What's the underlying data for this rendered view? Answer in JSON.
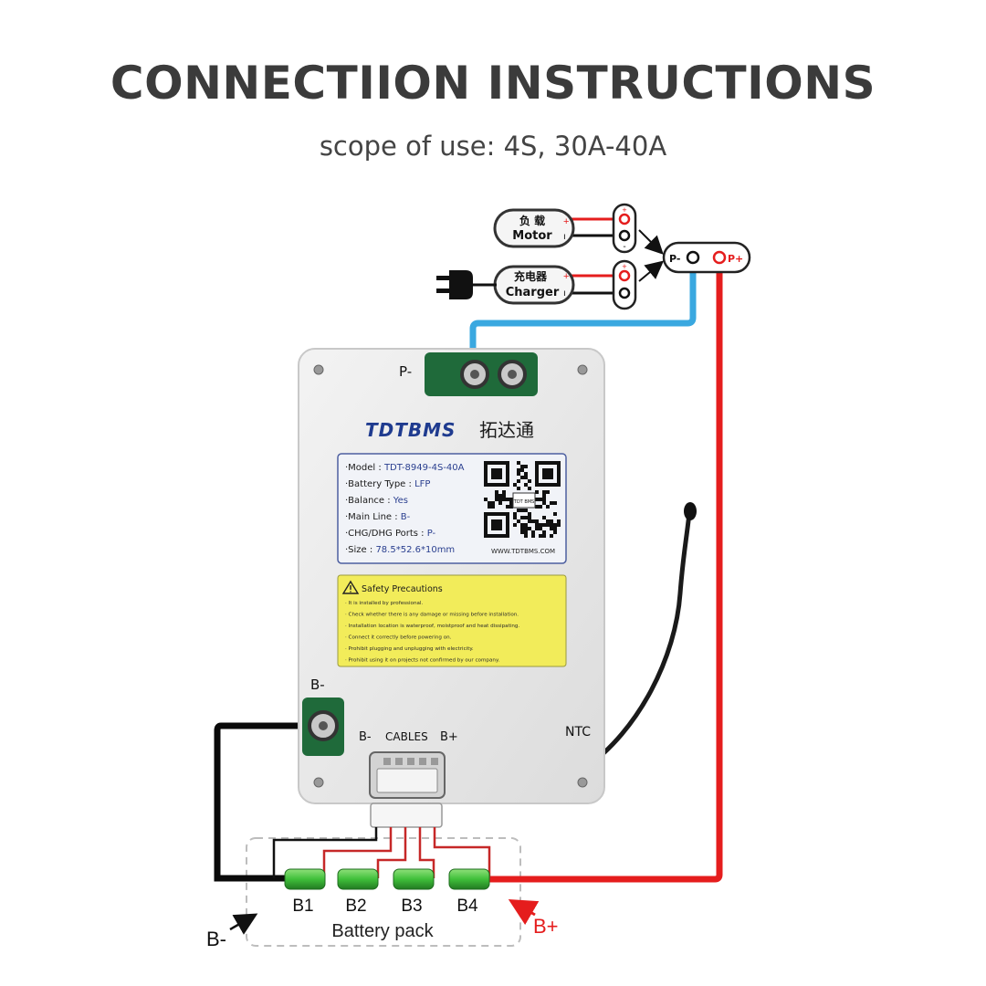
{
  "title": "CONNECTIION INSTRUCTIONS",
  "subtitle": "scope of use: 4S, 30A-40A",
  "load": {
    "cn": "负 载",
    "en": "Motor"
  },
  "charger": {
    "cn": "充电器",
    "en": "Charger"
  },
  "plus": "+",
  "minus": "-",
  "minus_small": "ı",
  "port_p_minus": "P-",
  "port_p_plus": "P+",
  "board_p_minus": "P-",
  "board_b_minus": "B-",
  "cables_label": {
    "b_minus": "B-",
    "cables": "CABLES",
    "b_plus": "B+"
  },
  "ntc": "NTC",
  "brand": {
    "latin": "TDTBMS",
    "cn": "拓达通"
  },
  "label": {
    "rows": [
      {
        "key": "·Model : ",
        "value": "TDT-8949-4S-40A"
      },
      {
        "key": "·Battery Type : ",
        "value": "LFP"
      },
      {
        "key": "·Balance : ",
        "value": "Yes"
      },
      {
        "key": "·Main Line : ",
        "value": "B-"
      },
      {
        "key": "·CHG/DHG Ports : ",
        "value": "P-"
      },
      {
        "key": "·Size : ",
        "value": "78.5*52.6*10mm"
      }
    ],
    "qr_badge": "TDT BMS",
    "url": "WWW.TDTBMS.COM"
  },
  "safety": {
    "heading": "Safety Precautions",
    "items": [
      "· It is installed by professional.",
      "· Check whether there is any damage or missing before installation.",
      "· Installation location is waterproof, moistproof and heat dissipating.",
      "· Connect it correctly before powering on.",
      "· Prohibit plugging and unplugging with electricity.",
      "· Prohibit using it on projects not confirmed by our company."
    ]
  },
  "cells": [
    "B1",
    "B2",
    "B3",
    "B4"
  ],
  "battery_pack": "Battery pack",
  "pack_b_minus": "B-",
  "pack_b_plus": "B+",
  "colors": {
    "red_wire": "#e51d1d",
    "blue_wire": "#3aa8e0",
    "black_wire": "#0a0a0a",
    "board": "#e8e8e8",
    "pcb_green": "#1f6a3a",
    "cell_green": "#3fbf3a",
    "safety_yellow": "#f2ec5a",
    "label_blue": "#2a3f8f"
  }
}
